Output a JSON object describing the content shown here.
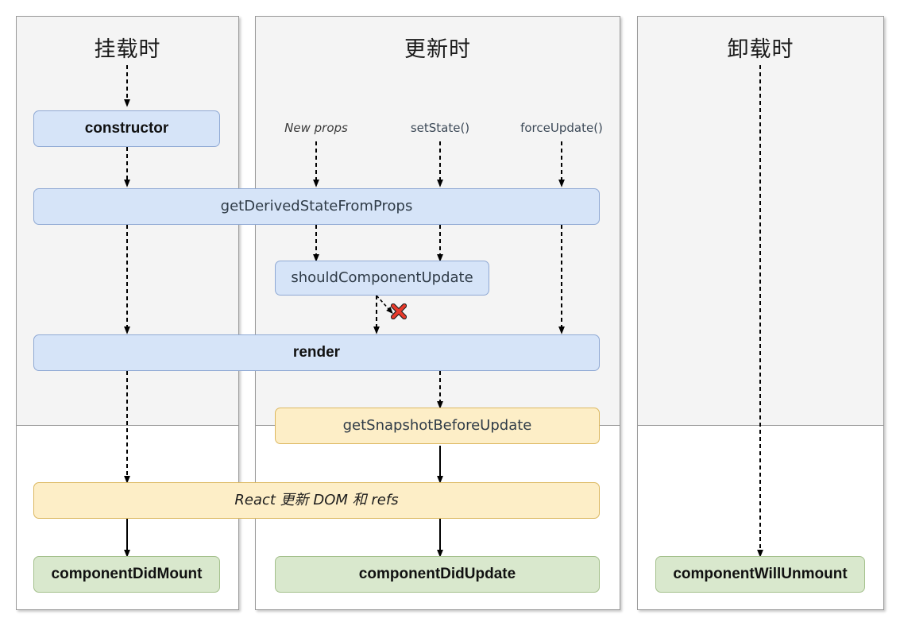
{
  "diagram": {
    "title_mount": "挂载时",
    "title_update": "更新时",
    "title_unmount": "卸载时",
    "colors": {
      "panel_bg_top": "#f4f4f4",
      "panel_bg_bottom": "#ffffff",
      "panel_border": "#9a9a9a",
      "blue_fill": "#d6e4f8",
      "blue_border": "#8fa9d4",
      "yellow_fill": "#fdeec7",
      "yellow_border": "#dcb860",
      "green_fill": "#d9e8cd",
      "green_border": "#a4c08c",
      "arrow": "#000000",
      "x_mark": "#e8392a"
    }
  },
  "triggers": {
    "new_props": "New props",
    "set_state": "setState()",
    "force_update": "forceUpdate()"
  },
  "boxes": {
    "constructor": "constructor",
    "get_derived_state_from_props": "getDerivedStateFromProps",
    "should_component_update": "shouldComponentUpdate",
    "render": "render",
    "get_snapshot_before_update": "getSnapshotBeforeUpdate",
    "react_updates_dom": "React 更新 DOM 和 refs",
    "component_did_mount": "componentDidMount",
    "component_did_update": "componentDidUpdate",
    "component_will_unmount": "componentWillUnmount"
  },
  "markers": {
    "skip_render": "✖"
  }
}
